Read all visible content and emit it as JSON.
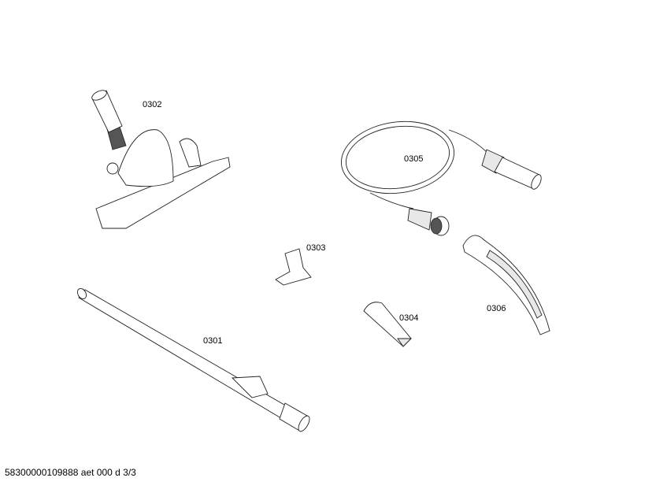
{
  "parts": [
    {
      "id": "0301",
      "label": "0301"
    },
    {
      "id": "0302",
      "label": "0302"
    },
    {
      "id": "0303",
      "label": "0303"
    },
    {
      "id": "0304",
      "label": "0304"
    },
    {
      "id": "0305",
      "label": "0305"
    },
    {
      "id": "0306",
      "label": "0306"
    }
  ],
  "footer": {
    "text": "58300000109888 aet 000 d 3/3"
  }
}
